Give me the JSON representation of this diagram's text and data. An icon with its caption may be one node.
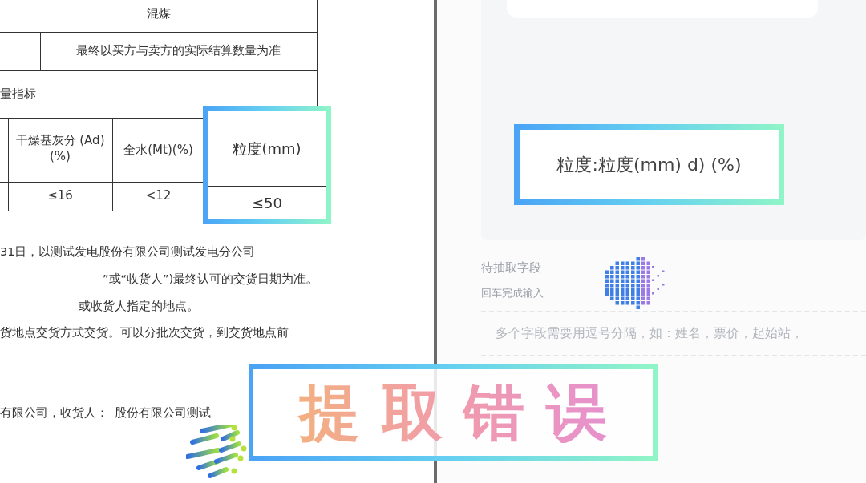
{
  "diagram": {
    "nodes": [
      {
        "text": [
          "粒度(mm)",
          "≤50"
        ]
      },
      {
        "text": [
          "粒度:粒度(mm) d) (%)"
        ]
      },
      {
        "text": [
          "提取错误"
        ]
      },
      {
        "text": [],
        "shape": "box"
      }
    ],
    "labels": [
      "混煤",
      "最终以买方与卖方的实际结算数量为准",
      "量指标",
      "干燥基灰分 (Ad)(%)",
      "全水(Mt)(%)",
      "≤16",
      "<12",
      "31日，以测试发电股份有限公司测试发电分公司",
      "”或“收货人”)最终认可的交货日期为准。",
      "或收货人指定的地点。",
      "货地点交货方式交货。可以分批次交货，到交货地点前",
      "有限公司，收货人：",
      "股份有限公司测试",
      "待抽取字段",
      "回车完成输入",
      "多个字段需要用逗号分隔，如：姓名，票价，起始站，"
    ]
  }
}
